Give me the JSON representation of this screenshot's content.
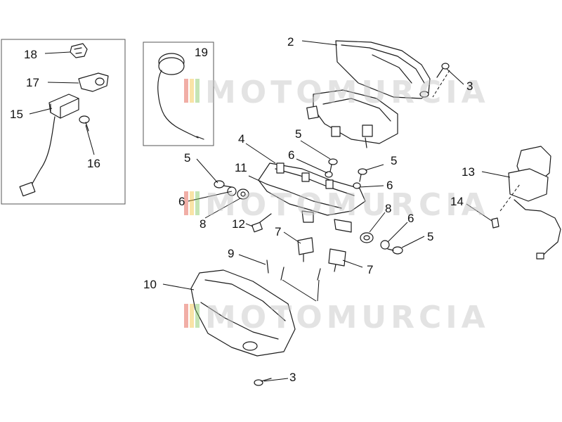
{
  "labels": {
    "l2": "2",
    "l3a": "3",
    "l3b": "3",
    "l4": "4",
    "l5a": "5",
    "l5b": "5",
    "l5c": "5",
    "l5d": "5",
    "l6a": "6",
    "l6b": "6",
    "l6c": "6",
    "l6d": "6",
    "l7a": "7",
    "l7b": "7",
    "l8a": "8",
    "l8b": "8",
    "l9": "9",
    "l10": "10",
    "l11": "11",
    "l12": "12",
    "l13": "13",
    "l14": "14",
    "l15": "15",
    "l16": "16",
    "l17": "17",
    "l18": "18",
    "l19": "19"
  },
  "watermark": "MOTOMURCIA",
  "watermark_colors": [
    "#e04b3a",
    "#f2c23c",
    "#7cc35a"
  ]
}
